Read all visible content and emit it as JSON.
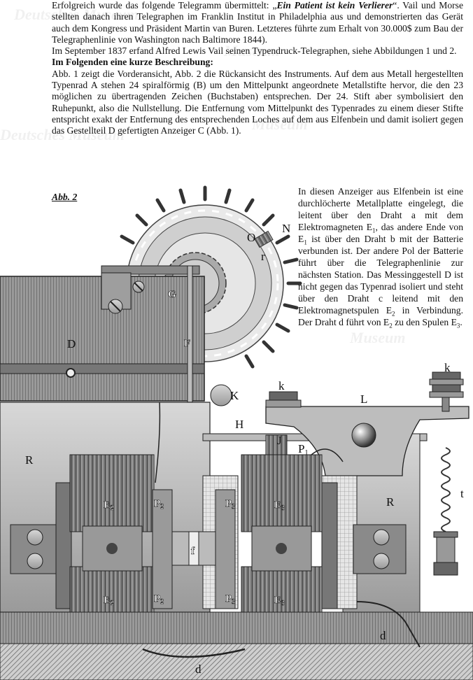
{
  "paragraphs": {
    "p1_pre": "Erfolgreich wurde das folgende Telegramm übermittelt: „",
    "p1_quote": "Ein Patient ist kein Verlierer",
    "p1_post": "“. Vail und Morse stellten danach ihren Telegraphen im Franklin Institut in Philadelphia aus und demonstrierten das Gerät auch dem Kongress und Präsident Martin van Buren. Letzteres führte zum Erhalt von 30.000$ zum Bau der Telegraphenlinie von Washington nach Baltimore 1844).",
    "p2": "Im September 1837 erfand Alfred Lewis Vail seinen Typendruck-Telegraphen, siehe Abbildungen 1 und 2.",
    "heading": "Im Folgenden eine kurze Beschreibung:",
    "p3": "Abb. 1 zeigt die Vorderansicht, Abb. 2 die Rückansicht des Instruments. Auf dem aus Metall hergestellten Typenrad A stehen 24 spiralförmig (B) um den Mittelpunkt angeordnete Metallstifte hervor, die den 23 möglichen zu übertragenden Zeichen (Buchstaben) entsprechen. Der 24. Stift aber symbolisiert den Ruhepunkt, also die Nullstellung. Die Entfernung vom Mittelpunkt des Typenrades zu einem dieser Stifte entspricht exakt der Entfernung des entsprechenden Loches auf dem aus Elfenbein und damit isoliert gegen das Gestellteil D gefertigten Anzeiger C (Abb. 1)."
  },
  "figure": {
    "caption": "Abb. 2",
    "labels": {
      "D": "D",
      "G": "G",
      "F": "F",
      "N": "N",
      "O": "O",
      "r": "r",
      "K": "K",
      "k1": "k",
      "k2": "k",
      "L": "L",
      "H": "H",
      "J": "J",
      "P1": "P",
      "P1sub": "1",
      "R1": "R",
      "R2": "R",
      "t": "t",
      "E2a": "E",
      "E2b": "E",
      "E3a": "E",
      "E3b": "E",
      "sub2": "2",
      "sub3": "3",
      "P2a": "P",
      "P2b": "P",
      "P3a": "P",
      "P3b": "P",
      "f": "f",
      "d1": "d",
      "d2": "d"
    }
  },
  "side_text": {
    "s1": "In diesen Anzeiger aus Elfenbein ist eine durchlöcherte Metallplatte eingelegt, die leitent über den Draht a mit dem Elektromagneten E",
    "s1sub": "1",
    "s2": ", das andere Ende von E",
    "s2sub": "1",
    "s3": " ist über den Draht b mit der Batterie verbunden ist. Der andere Pol der Batterie führt über die Telegraphenlinie zur nächsten Station. Das Messinggestell D ist nicht gegen das Typenrad isoliert und steht über den Draht c leitend mit den Elektromagnetspulen E",
    "s3sub": "2",
    "s4": " in Verbindung. Der Draht d führt von E",
    "s4sub": "2",
    "s5": " zu den Spulen E",
    "s5sub": "3",
    "s6": "."
  },
  "watermarks": [
    "Deutsches Museum",
    "Museum",
    "Deutsches Museum",
    "Museum",
    "Deutsches",
    "Museum"
  ]
}
